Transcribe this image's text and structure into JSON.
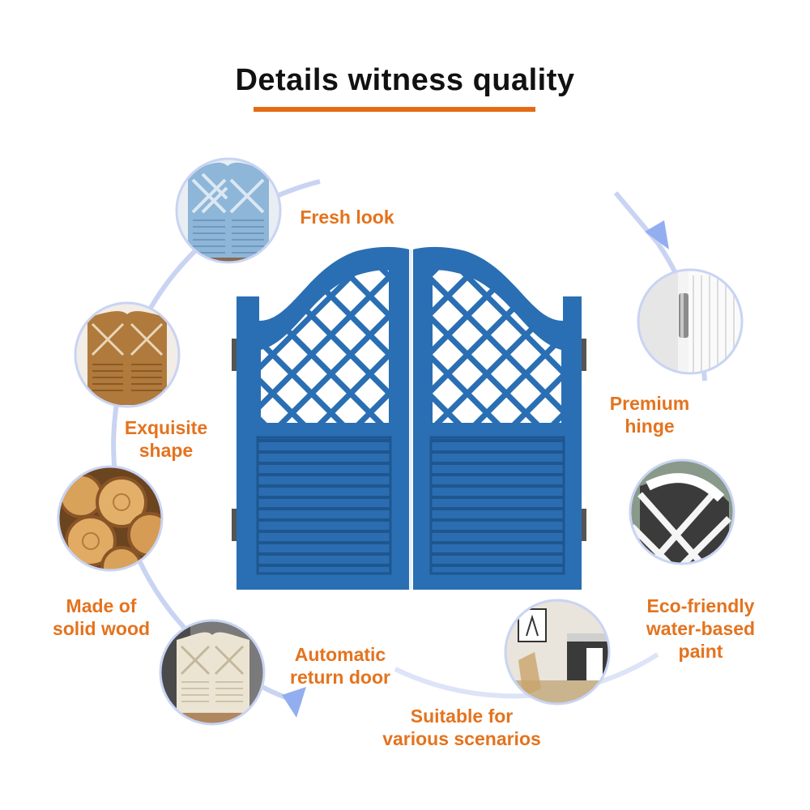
{
  "title": "Details witness quality",
  "colors": {
    "accent": "#e46b12",
    "label": "#e4731e",
    "door_blue": "#2a6fb3",
    "ring": "#c9d4f3"
  },
  "features": [
    {
      "icon": "light-blue-saloon-door-photo",
      "lines": [
        "Fresh look"
      ]
    },
    {
      "icon": "door-hinge-photo",
      "lines": [
        "Premium",
        "hinge"
      ]
    },
    {
      "icon": "white-lattice-detail-photo",
      "lines": [
        "Eco-friendly",
        "water-based",
        "paint"
      ]
    },
    {
      "icon": "kitchen-scene-photo",
      "lines": [
        "Suitable for",
        "various scenarios"
      ]
    },
    {
      "icon": "white-saloon-door-photo",
      "lines": [
        "Automatic",
        "return door"
      ]
    },
    {
      "icon": "wood-logs-photo",
      "lines": [
        "Made of",
        "solid wood"
      ]
    },
    {
      "icon": "brown-saloon-door-photo",
      "lines": [
        "Exquisite",
        "shape"
      ]
    }
  ]
}
